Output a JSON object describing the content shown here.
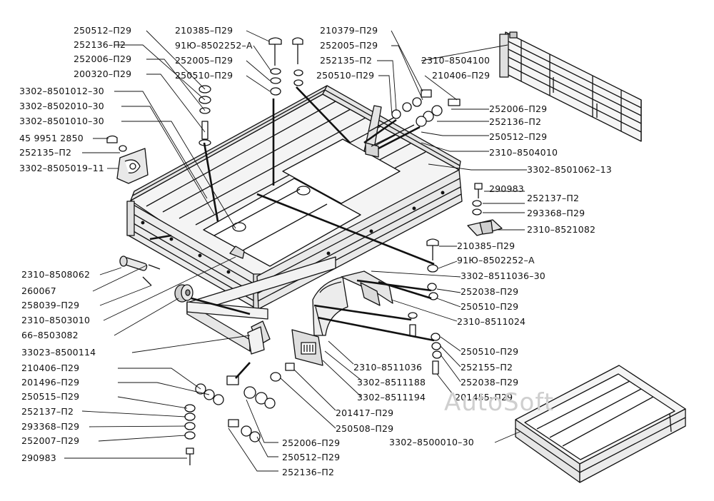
{
  "watermark": "AutoSoft",
  "labels": {
    "l01": "250512–П29",
    "l02": "252136–П2",
    "l03": "252006–П29",
    "l04": "200320–П29",
    "l05": "3302–8501012–30",
    "l06": "3302–8502010–30",
    "l07": "3302–8501010–30",
    "l08": "45 9951 2850",
    "l09": "252135–П2",
    "l10": "3302–8505019–11",
    "l11": "210385–П29",
    "l12": "91Ю–8502252–А",
    "l13": "252005–П29",
    "l14": "250510–П29",
    "l15": "210379–П29",
    "l16": "252005–П29",
    "l17": "252135–П2",
    "l18": "250510–П29",
    "l19": "2310–8504100",
    "l20": "210406–П29",
    "l21": "252006–П29",
    "l22": "252136–П2",
    "l23": "250512–П29",
    "l24": "2310–8504010",
    "l25": "3302–8501062–13",
    "l26": "290983",
    "l27": "252137–П2",
    "l28": "293368–П29",
    "l29": "2310–8521082",
    "l30": "210385–П29",
    "l31": "91Ю–8502252–А",
    "l32": "3302–8511036–30",
    "l33": "252038–П29",
    "l34": "250510–П29",
    "l35": "2310–8511024",
    "l36": "250510–П29",
    "l37": "252155–П2",
    "l38": "252038–П29",
    "l39": "201455–П29",
    "l40": "2310–8508062",
    "l41": "260067",
    "l42": "258039–П29",
    "l43": "2310–8503010",
    "l44": "66–8503082",
    "l45": "33023–8500114",
    "l46": "210406–П29",
    "l47": "201496–П29",
    "l48": "250515–П29",
    "l49": "252137–П2",
    "l50": "293368–П29",
    "l51": "252007–П29",
    "l52": "290983",
    "l53": "2310–8511036",
    "l54": "3302–8511188",
    "l55": "3302–8511194",
    "l56": "201417–П29",
    "l57": "250508–П29",
    "l58": "252006–П29",
    "l59": "250512–П29",
    "l60": "252136–П2",
    "l61": "3302–8500010–30"
  }
}
